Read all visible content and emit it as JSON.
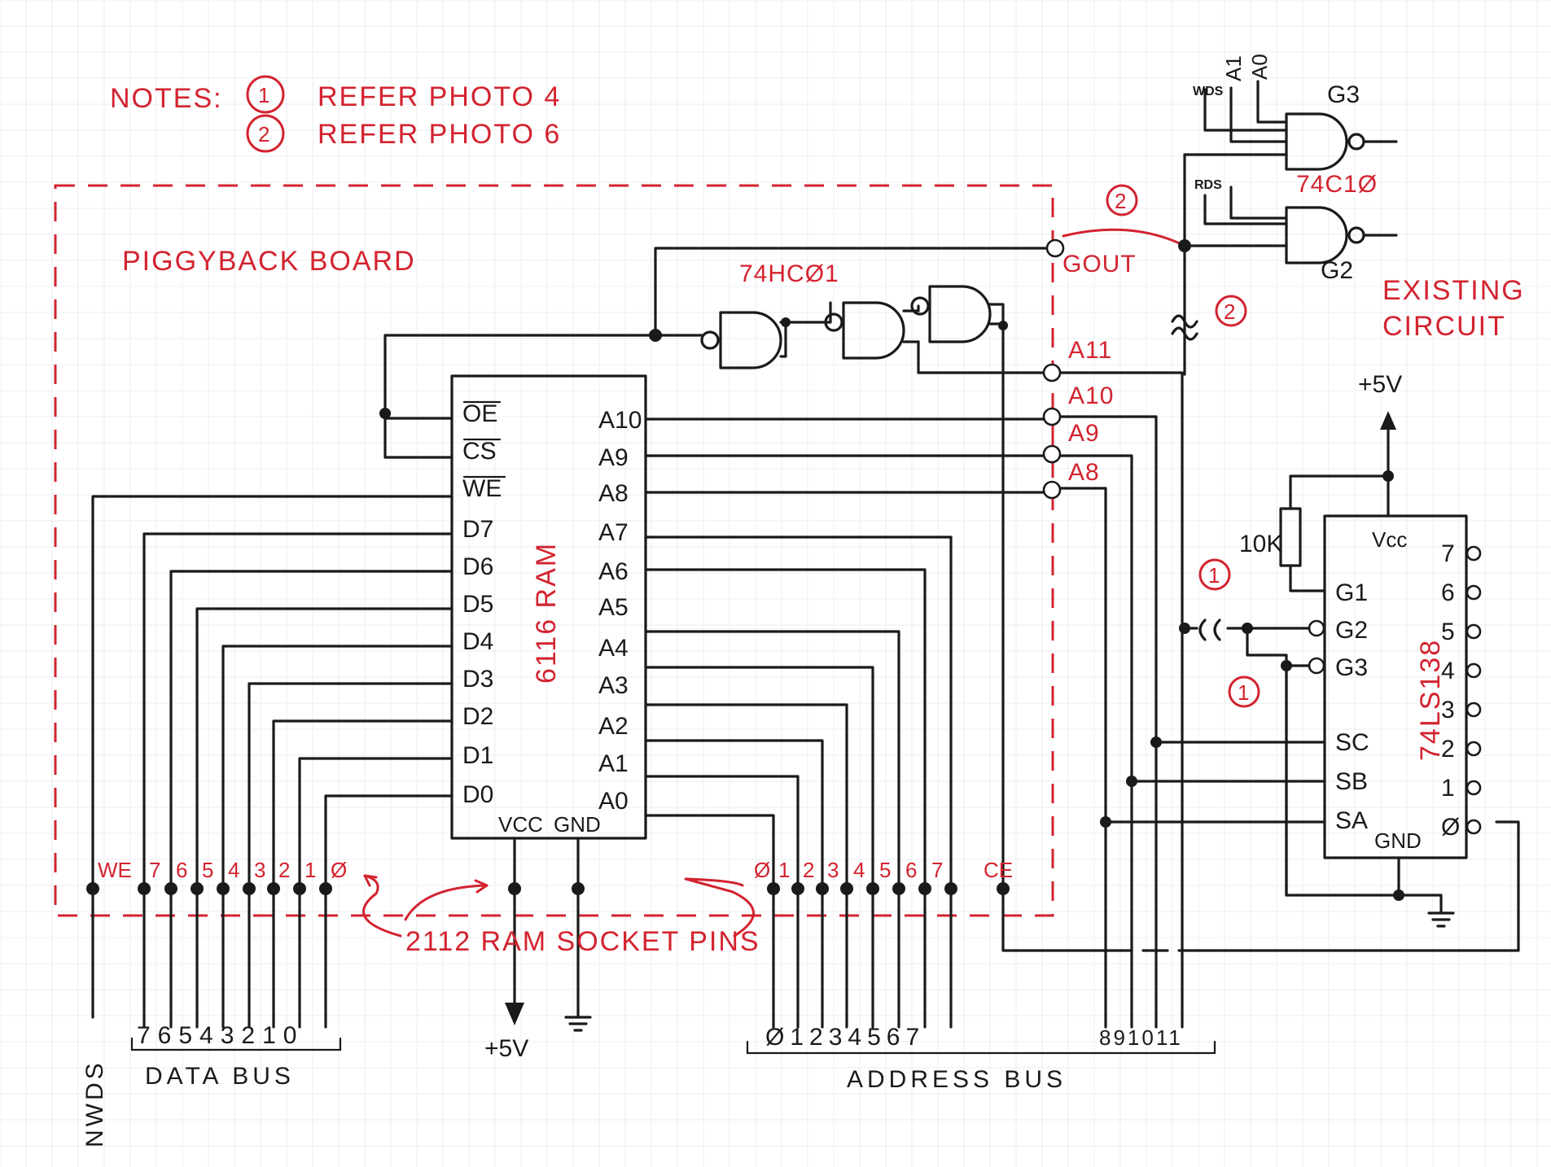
{
  "notes": {
    "label": "NOTES:",
    "n1_num": "1",
    "n1_text": "REFER PHOTO 4",
    "n2_num": "2",
    "n2_text": "REFER PHOTO 6"
  },
  "board_label": "PIGGYBACK BOARD",
  "existing_label_1": "EXISTING",
  "existing_label_2": "CIRCUIT",
  "ram": {
    "name": "6116 RAM",
    "left_pins": [
      "OE",
      "CS",
      "WE",
      "D7",
      "D6",
      "D5",
      "D4",
      "D3",
      "D2",
      "D1",
      "D0"
    ],
    "right_pins": [
      "A10",
      "A9",
      "A8",
      "A7",
      "A6",
      "A5",
      "A4",
      "A3",
      "A2",
      "A1",
      "A0"
    ],
    "vcc": "VCC",
    "gnd": "GND"
  },
  "hc01_label": "74HCØ1",
  "c10_label": "74C1Ø",
  "gate_labels": {
    "g3": "G3",
    "g2": "G2",
    "gout": "GOUT"
  },
  "top_inputs": {
    "wds": "WDS",
    "rds": "RDS",
    "a1": "A1",
    "a0": "A0"
  },
  "conn_labels": {
    "a11": "A11",
    "a10": "A10",
    "a9": "A9",
    "a8": "A8"
  },
  "decoder": {
    "name": "74LS138",
    "vcc": "Vcc",
    "gnd": "GND",
    "inputs": [
      "G1",
      "G2",
      "G3",
      "SC",
      "SB",
      "SA"
    ],
    "outputs": [
      "7",
      "6",
      "5",
      "4",
      "3",
      "2",
      "1",
      "Ø"
    ]
  },
  "resistor": "10K",
  "plus5v_top": "+5V",
  "plus5v_bottom": "+5V",
  "socket_note": "2112 RAM SOCKET PINS",
  "socket_left_labels": [
    "WE",
    "7",
    "6",
    "5",
    "4",
    "3",
    "2",
    "1",
    "Ø"
  ],
  "socket_right_labels": [
    "Ø",
    "1",
    "2",
    "3",
    "4",
    "5",
    "6",
    "7",
    "CE"
  ],
  "data_bus": {
    "digits": "76543210",
    "caption": "DATA BUS"
  },
  "address_bus": {
    "digits_low": "Ø1234567",
    "digits_high": "891011",
    "caption": "ADDRESS BUS"
  },
  "nwds": "NWDS",
  "marker1": "1",
  "marker2": "2"
}
